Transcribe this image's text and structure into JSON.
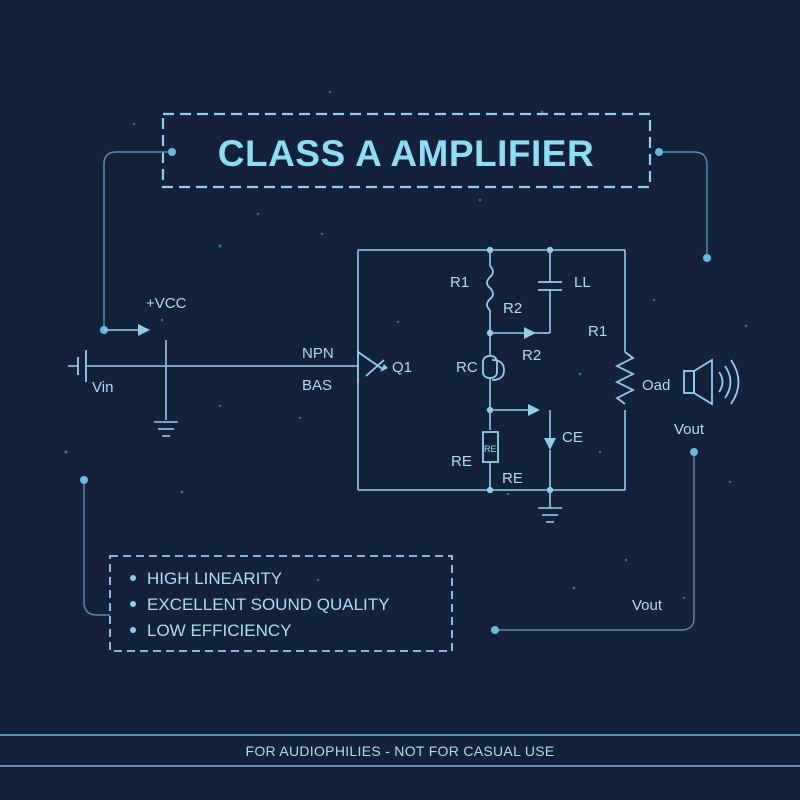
{
  "title": "CLASS A AMPLIFIER",
  "colors": {
    "background": "#13213a",
    "line": "#8fd0e6",
    "text": "#a9def0",
    "title": "#8fdcf5",
    "connector": "#5c8ea8"
  },
  "circuit": {
    "vcc": "+VCC",
    "vin": "Vin",
    "npn": "NPN",
    "bas": "BAS",
    "q1": "Q1",
    "r1_left": "R1",
    "r2_top": "R2",
    "r2_mid": "R2",
    "ll": "LL",
    "r1_right": "R1",
    "rc": "RC",
    "load": "Oad",
    "ce": "CE",
    "re_left": "RE",
    "re_bottom": "RE",
    "re_small": "RE",
    "vout_right": "Vout",
    "vout_bottom": "Vout"
  },
  "features": [
    "HIGH LINEARITY",
    "EXCELLENT SOUND QUALITY",
    "LOW EFFICIENCY"
  ],
  "footer": "FOR AUDIOPHILIES - NOT FOR CASUAL USE",
  "icons": [
    "speaker-icon",
    "ground-icon",
    "transistor-icon",
    "resistor-icon",
    "capacitor-icon",
    "inductor-icon"
  ]
}
